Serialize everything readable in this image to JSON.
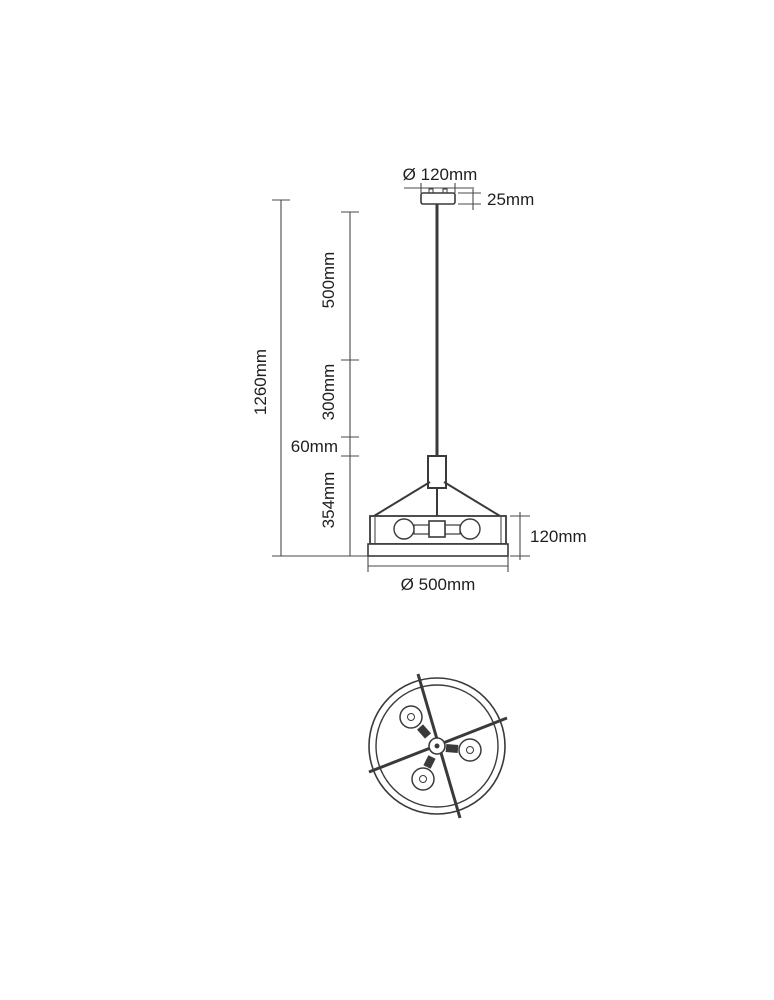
{
  "diagram": {
    "type": "pendant-lamp-dimension-drawing",
    "labels": {
      "canopy_diameter": "Ø 120mm",
      "canopy_height": "25mm",
      "overall_height": "1260mm",
      "upper_section": "500mm",
      "middle_section": "300mm",
      "stem_section": "60mm",
      "body_section": "354mm",
      "shade_height": "120mm",
      "shade_diameter": "Ø 500mm"
    },
    "colors": {
      "line": "#3a3a3a",
      "dimension_line": "#4a4a4a",
      "text": "#1f1f1f",
      "background": "#ffffff"
    }
  }
}
